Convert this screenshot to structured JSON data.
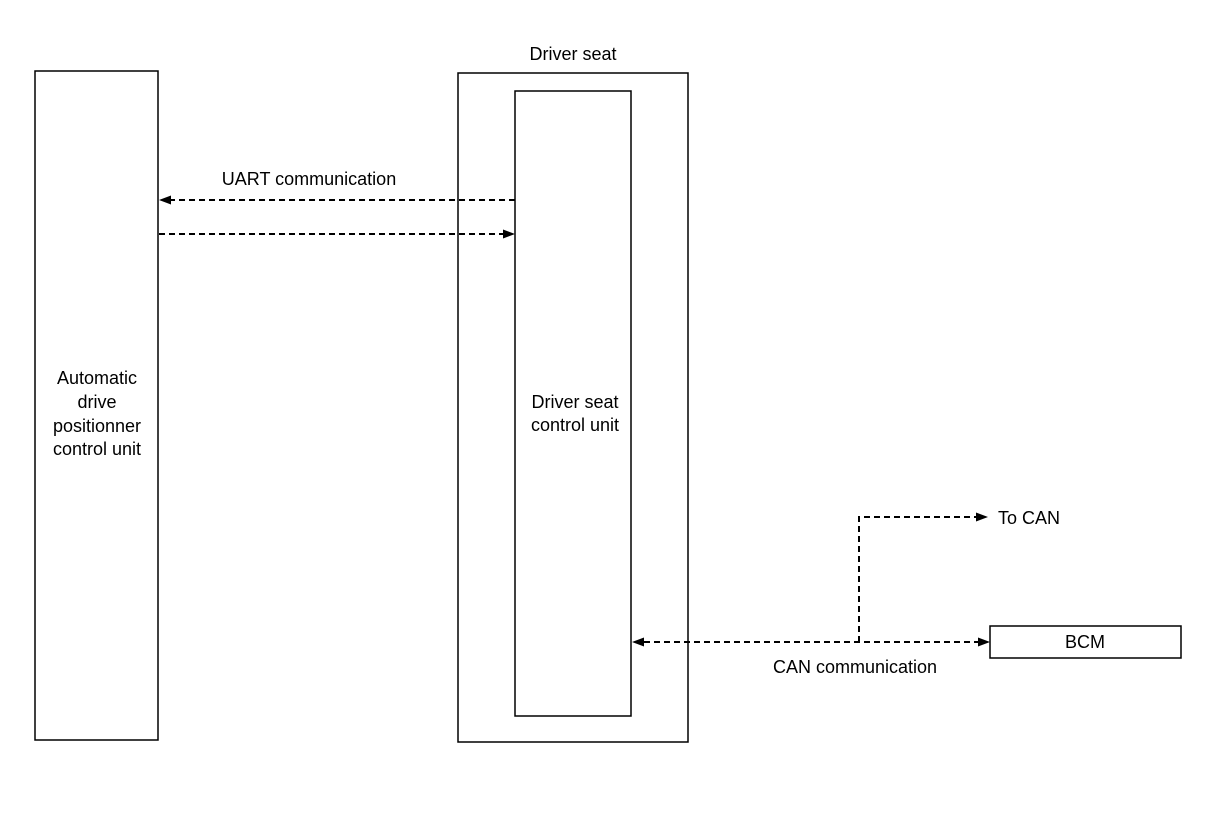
{
  "blocks": {
    "adp": {
      "label_lines": [
        "Automatic",
        "drive",
        "positionner",
        "control unit"
      ]
    },
    "driver_seat": {
      "title": "Driver seat",
      "unit_label_lines": [
        "Driver seat",
        "control unit"
      ]
    },
    "bcm": {
      "label": "BCM"
    }
  },
  "links": {
    "uart": {
      "label": "UART communication"
    },
    "can": {
      "label": "CAN communication"
    },
    "to_can": {
      "label": "To CAN"
    }
  }
}
